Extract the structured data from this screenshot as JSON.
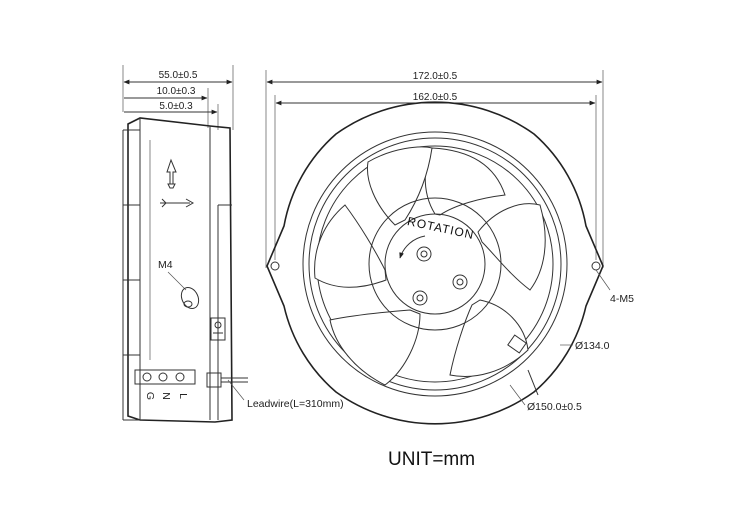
{
  "side_view": {
    "dim_width": "55.0±0.5",
    "dim_flange": "10.0±0.3",
    "dim_lip": "5.0±0.3",
    "label_m4": "M4",
    "terminal_labels": [
      "G",
      "N",
      "L"
    ],
    "leadwire": "Leadwire(L=310mm)"
  },
  "front_view": {
    "dim_outer": "172.0±0.5",
    "dim_holes": "162.0±0.5",
    "rotation": "ROTATION",
    "label_mount": "4-M5",
    "dia_inner": "Ø134.0",
    "dia_outer": "Ø150.0±0.5"
  },
  "unit": "UNIT=mm"
}
